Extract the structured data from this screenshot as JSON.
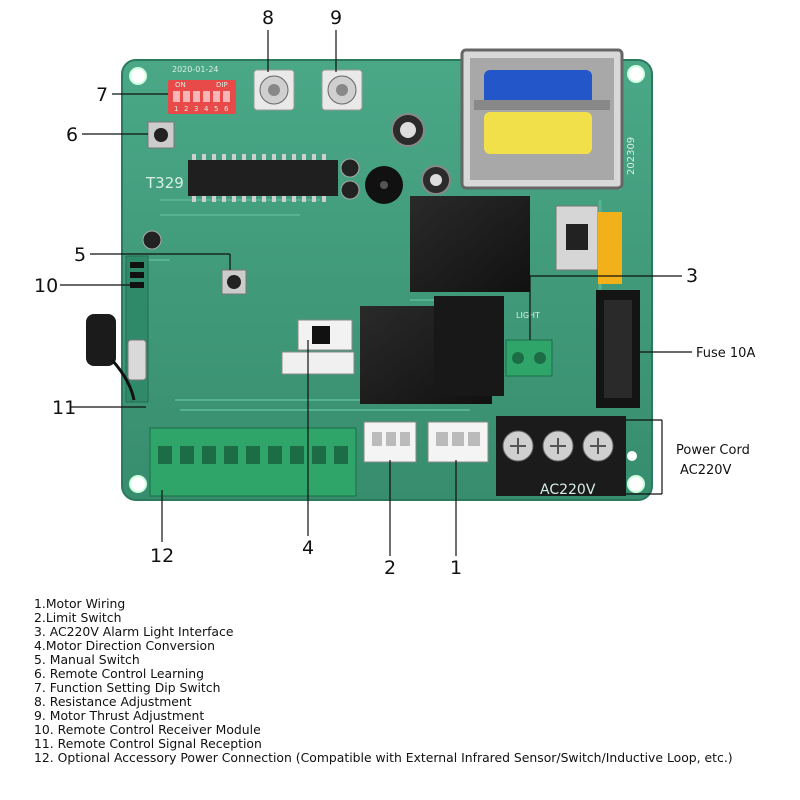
{
  "callouts": {
    "c1": "1",
    "c2": "2",
    "c3": "3",
    "c4": "4",
    "c5": "5",
    "c6": "6",
    "c7": "7",
    "c8": "8",
    "c9": "9",
    "c10": "10",
    "c11": "11",
    "c12": "12"
  },
  "side_labels": {
    "fuse": "Fuse 10A",
    "power_cord": "Power Cord",
    "power_voltage": "AC220V"
  },
  "board_text": {
    "date": "2020-01-24",
    "dip_on": "ON",
    "dip_label": "DIP",
    "dip_numbers": [
      "1",
      "2",
      "3",
      "4",
      "5",
      "6"
    ],
    "model": "T329",
    "transformer_code": "202309",
    "terminal_voltage": "AC220V",
    "light_label": "LIGHT"
  },
  "legend": [
    "1.Motor Wiring",
    "2.Limit Switch",
    "3. AC220V Alarm Light Interface",
    "4.Motor Direction Conversion",
    "5. Manual Switch",
    "6. Remote Control Learning",
    "7. Function Setting Dip Switch",
    "8. Resistance Adjustment",
    "9. Motor Thrust Adjustment",
    "10. Remote Control Receiver Module",
    "11. Remote Control Signal Reception",
    "12. Optional Accessory Power Connection (Compatible with External Infrared Sensor/Switch/Inductive Loop, etc.)"
  ],
  "colors": {
    "pcb": "#3f9a7a",
    "pcb_dark": "#2f7f63",
    "terminal_green": "#2fa56a",
    "relay_black": "#1d1d1d",
    "transformer_blue": "#2357c9",
    "transformer_yellow": "#f2e04a",
    "dip_red": "#e84a4a"
  }
}
